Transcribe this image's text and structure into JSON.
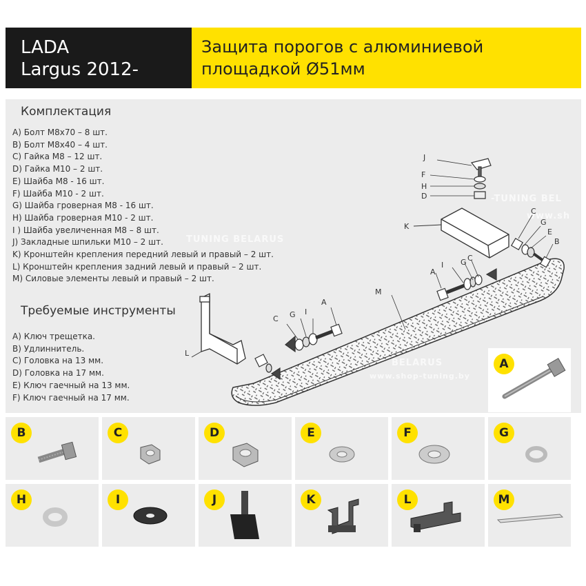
{
  "header": {
    "brand_line1": "LADA",
    "brand_line2": "Largus 2012-",
    "product_line1": "Защита порогов с алюминиевой",
    "product_line2": "площадкой Ø51мм"
  },
  "kit": {
    "title": "Комплектация",
    "items": [
      "A) Болт М8х70 – 8 шт.",
      "B) Болт М8х40 – 4 шт.",
      "C) Гайка М8 – 12 шт.",
      "D) Гайка М10 – 2 шт.",
      "E) Шайба М8 - 16 шт.",
      "F) Шайба М10 - 2 шт.",
      "G) Шайба гроверная М8 - 16 шт.",
      "H) Шайба гроверная М10 - 2 шт.",
      "I ) Шайба увеличенная М8 – 8 шт.",
      "J) Закладные шпильки М10 – 2 шт.",
      "K) Кронштейн крепления передний левый и правый – 2 шт.",
      "L) Кронштейн крепления задний левый и правый – 2 шт.",
      "M) Силовые элементы левый и правый – 2 шт."
    ]
  },
  "tools": {
    "title": "Требуемые инструменты",
    "items": [
      "A) Ключ трещетка.",
      "B) Удлиннитель.",
      "C) Головка на 13 мм.",
      "D) Головка на 17 мм.",
      "E) Ключ гаечный на 13 мм.",
      "F) Ключ гаечный на 17 мм."
    ]
  },
  "diagram_labels": {
    "J": "J",
    "F": "F",
    "H": "H",
    "D": "D",
    "K": "K",
    "C1": "C",
    "G1": "G",
    "E1": "E",
    "B1": "B",
    "A2": "A",
    "I2": "I",
    "G2": "G",
    "C2": "C",
    "M": "M",
    "C3": "C",
    "G3": "G",
    "I3": "I",
    "A3": "A",
    "L": "L"
  },
  "watermarks": [
    "TUNING BELARUS",
    "-TUNING BEL",
    "www.sh",
    "BELARUS",
    "www.shop-tuning.by"
  ],
  "parts": {
    "A": "A",
    "B": "B",
    "C": "C",
    "D": "D",
    "E": "E",
    "F": "F",
    "G": "G",
    "H": "H",
    "I": "I",
    "J": "J",
    "K": "K",
    "L": "L",
    "M": "M"
  },
  "colors": {
    "accent": "#ffe100",
    "dark": "#1a1a1a",
    "panel": "#ececec"
  }
}
